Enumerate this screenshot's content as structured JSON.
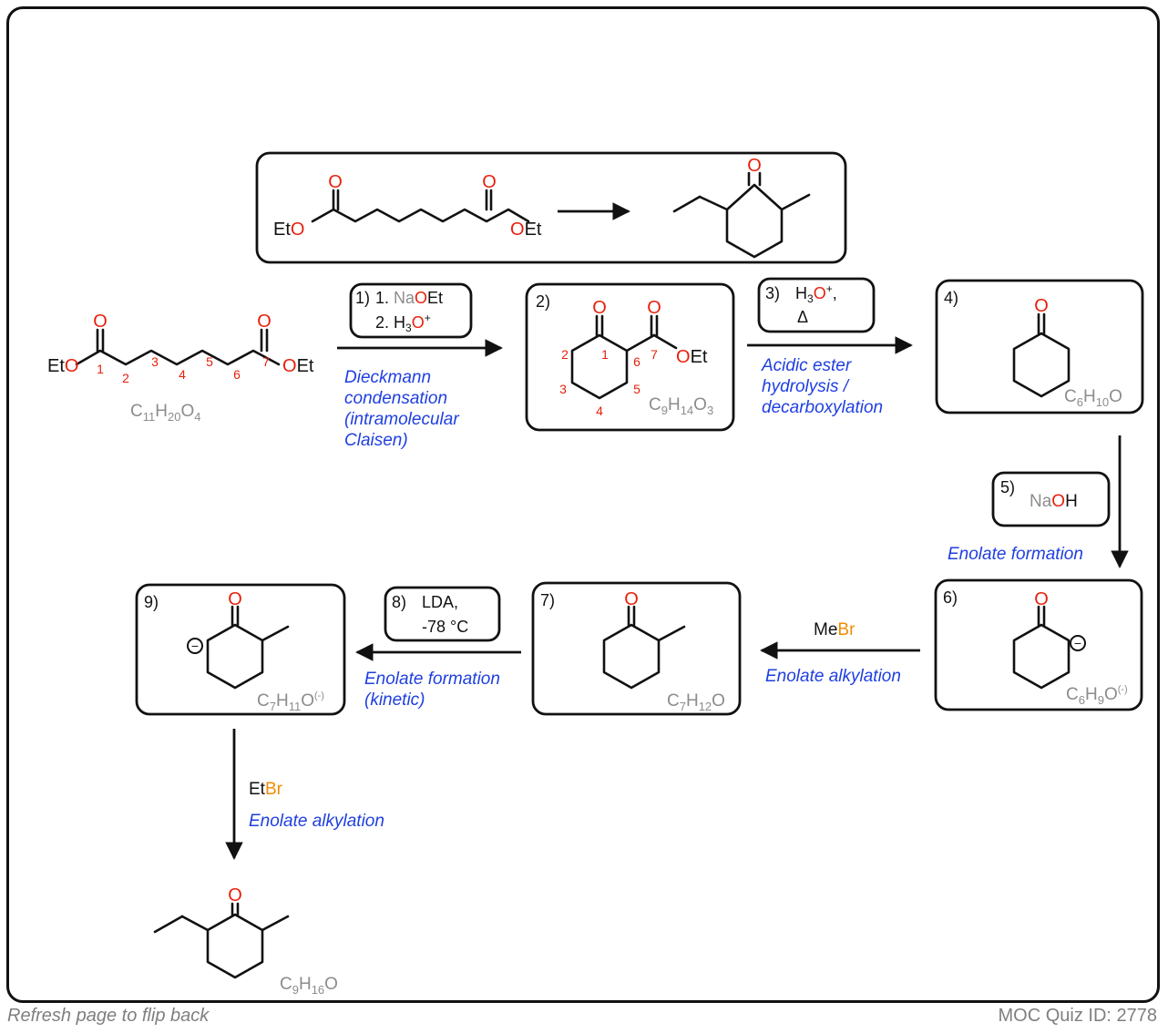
{
  "colors": {
    "oxygen": "#e8200c",
    "bromine": "#f28c00",
    "note": "#1f3fe0",
    "grey": "#8c8c8c",
    "number": "#e8200c"
  },
  "footer": {
    "left": "Refresh page to flip back",
    "right": "MOC Quiz ID: 2778"
  },
  "summary": {
    "left_eto": "EtO",
    "right_oet": "OEt",
    "oxygen": "O"
  },
  "start": {
    "eto": "EtO",
    "oet": "OEt",
    "o": "O",
    "numbers": [
      "1",
      "2",
      "3",
      "4",
      "5",
      "6",
      "7"
    ],
    "formula": "C11H20O4"
  },
  "step1": {
    "label": "1)",
    "reagent1_prefix": "1. ",
    "reagent1_na": "Na",
    "reagent1_o": "O",
    "reagent1_et": "Et",
    "reagent2_prefix": "2. H",
    "reagent2_sub": "3",
    "reagent2_o": "O",
    "reagent2_sup": "+",
    "notes": [
      "Dieckmann",
      "condensation",
      "(intramolecular",
      "Claisen)"
    ]
  },
  "box2": {
    "label": "2)",
    "o": "O",
    "oet": "OEt",
    "numbers": [
      "1",
      "2",
      "3",
      "4",
      "5",
      "6",
      "7"
    ],
    "formula": "C9H14O3"
  },
  "step3": {
    "label": "3)",
    "reagent_h": "H",
    "reagent_sub": "3",
    "reagent_o": "O",
    "reagent_sup": "+",
    "reagent_comma": ",",
    "delta": "Δ",
    "notes": [
      "Acidic ester",
      "hydrolysis /",
      "decarboxylation"
    ]
  },
  "box4": {
    "label": "4)",
    "o": "O",
    "formula": "C6H10O"
  },
  "step5": {
    "label": "5)",
    "na": "Na",
    "o": "O",
    "h": "H",
    "note": "Enolate formation"
  },
  "box6": {
    "label": "6)",
    "o": "O",
    "charge": "−",
    "formula": "C6H9O(-)"
  },
  "step_mebr": {
    "me": "Me",
    "br": "Br",
    "note": "Enolate alkylation"
  },
  "box7": {
    "label": "7)",
    "o": "O",
    "formula": "C7H12O"
  },
  "step8": {
    "label": "8)",
    "line1": "LDA,",
    "line2": "-78 °C",
    "notes": [
      "Enolate formation",
      "(kinetic)"
    ]
  },
  "box9": {
    "label": "9)",
    "o": "O",
    "charge": "−",
    "formula": "C7H11O(-)"
  },
  "step_etbr": {
    "et": "Et",
    "br": "Br",
    "note": "Enolate alkylation"
  },
  "final": {
    "o": "O",
    "formula": "C9H16O"
  }
}
